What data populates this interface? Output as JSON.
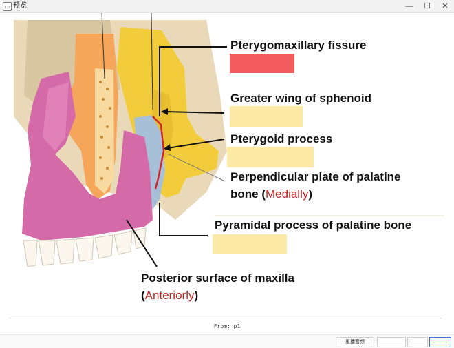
{
  "window": {
    "title": "预览",
    "app_icon": "document-icon",
    "controls": [
      "—",
      "☐",
      "✕"
    ]
  },
  "slide": {
    "labels": {
      "pterygomaxillary": "Pterygomaxillary fissure",
      "greater_wing": "Greater wing of sphenoid",
      "pterygoid_process": "Pterygoid process",
      "perpendicular_line1": "Perpendicular plate of palatine",
      "perpendicular_line2_pre": "bone (",
      "perpendicular_line2_red": "Medially",
      "perpendicular_line2_post": ")",
      "pyramidal": "Pyramidal process of palatine bone",
      "posterior_line1": "Posterior surface of maxilla",
      "posterior_line2_pre": "(",
      "posterior_line2_red": "Anteriorly",
      "posterior_line2_post": ")"
    },
    "colors": {
      "highlight_red": "#f25c5e",
      "highlight_cream": "#fdeaa6",
      "text_red": "#cc1f1f",
      "maxilla_pink": "#d46aa8",
      "sphenoid_yellow": "#f2cc3a",
      "zygomatic_orange": "#f6a65a"
    }
  },
  "footer": {
    "from_text": "From: p1"
  },
  "bottombar": {
    "btn1": "重播音频",
    "btn2": "",
    "btn3": "",
    "btn4": ""
  }
}
